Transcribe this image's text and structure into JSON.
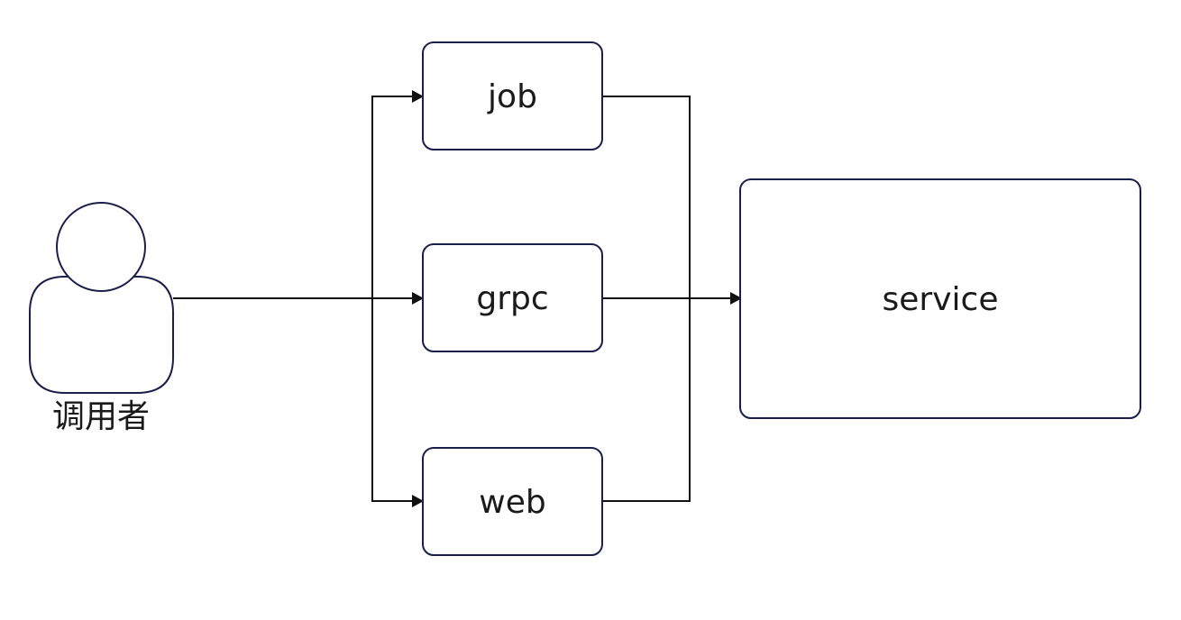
{
  "diagram": {
    "actor": {
      "label": "调用者"
    },
    "nodes": {
      "job": "job",
      "grpc": "grpc",
      "web": "web",
      "service": "service"
    },
    "colors": {
      "box_stroke": "#1a1f4a",
      "edge": "#111111",
      "text": "#1a1a1a",
      "background": "#ffffff"
    }
  }
}
